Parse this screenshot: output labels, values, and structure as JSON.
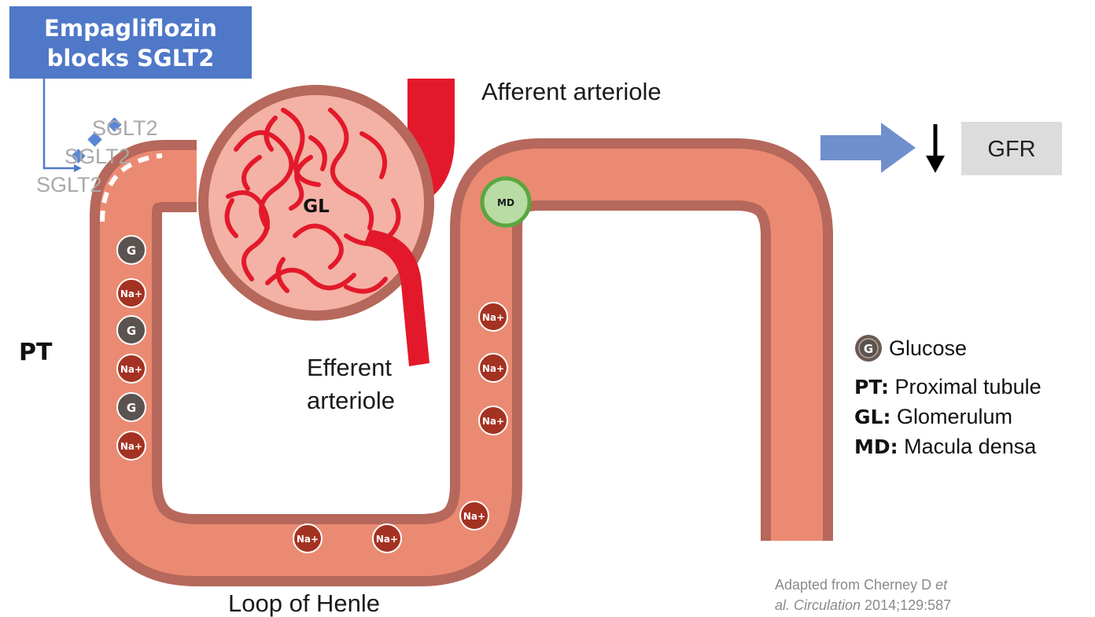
{
  "colors": {
    "tubule_fill": "#eb8a72",
    "tubule_border": "#b5685b",
    "vessel_red": "#e3192b",
    "glomerulus_fill": "#f3b2a5",
    "drug_box": "#4f78c8",
    "arrow_blue": "#6f8fcd",
    "sglt_marker": "#5a86d6",
    "glucose_fill": "#5b5350",
    "sodium_fill": "#a43222",
    "md_fill": "#b8dca4",
    "md_ring": "#5aa640",
    "gfr_box": "#dcdcdc"
  },
  "drug_box": {
    "line1": "Empagliflozin",
    "line2": "blocks SGLT2"
  },
  "sglt_labels": [
    "SGLT2",
    "SGLT2",
    "SGLT2"
  ],
  "labels": {
    "afferent": "Afferent arteriole",
    "efferent_line1": "Efferent",
    "efferent_line2": "arteriole",
    "pt": "PT",
    "gl": "GL",
    "md": "MD",
    "loop": "Loop of Henle"
  },
  "particles": {
    "glucose": "G",
    "sodium": "Na+"
  },
  "gfr": {
    "text": "GFR",
    "direction": "down"
  },
  "legend": [
    {
      "key": "G",
      "text": "Glucose"
    },
    {
      "key": "PT:",
      "text": " Proximal tubule"
    },
    {
      "key": "GL:",
      "text": " Glomerulum"
    },
    {
      "key": "MD:",
      "text": " Macula densa"
    }
  ],
  "citation": {
    "line1_a": "Adapted from Cherney D ",
    "line1_b": "et",
    "line2_a": "al. Circulation",
    "line2_b": " 2014;129:587"
  }
}
